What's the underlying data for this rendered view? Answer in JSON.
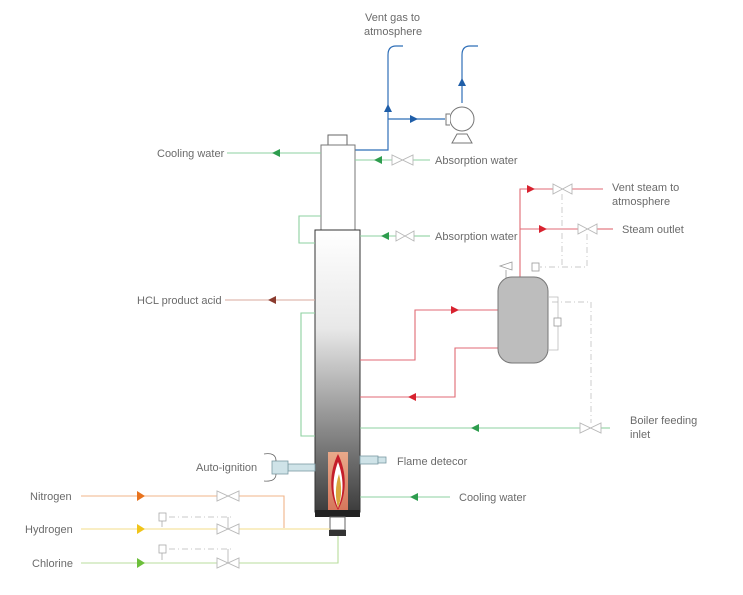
{
  "title": "HCL synthesis furnace process diagram",
  "labels": {
    "vent_gas": [
      "Vent gas to",
      "atmosphere"
    ],
    "cooling_water_top": "Cooling water",
    "absorption_water_1": "Absorption water",
    "absorption_water_2": "Absorption water",
    "vent_steam": [
      "Vent steam to",
      "atmosphere"
    ],
    "steam_outlet": "Steam outlet",
    "hcl_product": "HCL product acid",
    "boiler_feed": [
      "Boiler feeding",
      "inlet"
    ],
    "auto_ignition": "Auto-ignition",
    "flame_detector": "Flame detecor",
    "cooling_water_bottom": "Cooling water",
    "nitrogen": "Nitrogen",
    "hydrogen": "Hydrogen",
    "chlorine": "Chlorine"
  },
  "colors": {
    "gas": "#2f6fb8",
    "water": "#3aa35a",
    "steam": "#d8222f",
    "acid": "#8a3a2e",
    "nitrogen": "#e8731e",
    "hydrogen": "#f0c419",
    "chlorine": "#6cbf3a",
    "vessel": "#bdbdbd",
    "column_dark": "#404040"
  }
}
